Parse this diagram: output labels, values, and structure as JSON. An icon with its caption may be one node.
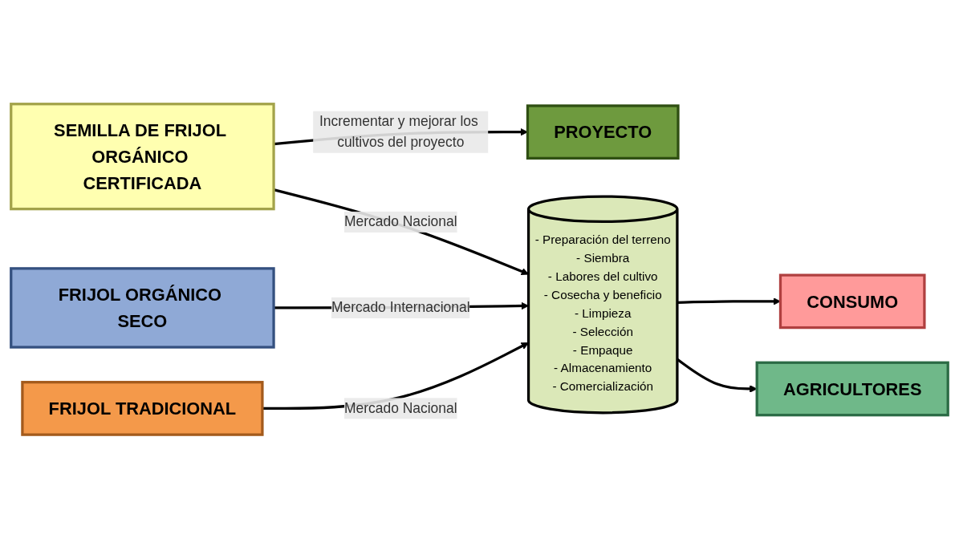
{
  "diagram": {
    "nodes": [
      {
        "text": [
          "FRIJOL TRADICIONAL"
        ]
      },
      {
        "text": [
          "FRIJOL ORGÁNICO SECO"
        ]
      },
      {
        "text": [
          "SEMILLA DE FRIJOL ORGÁNICO CERTIFICADA"
        ]
      },
      {
        "text": [
          "PROYECTO"
        ]
      },
      {
        "text": [
          "- Preparación del terreno",
          "- Siembra",
          "- Labores del cultivo",
          "- Cosecha y beneficio",
          "- Limpieza",
          "- Selección",
          "- Empaque",
          "- Almacenamiento",
          "- Comercialización"
        ]
      },
      {
        "text": [
          "CONSUMO"
        ]
      },
      {
        "text": [
          "AGRICULTORES"
        ]
      }
    ],
    "edges": [
      {
        "from": 0,
        "to": 4,
        "arrow": "to",
        "label": "Mercado Nacional"
      },
      {
        "from": 1,
        "to": 4,
        "arrow": "to",
        "label": "Mercado Internacional"
      },
      {
        "from": 2,
        "to": 4,
        "arrow": "to",
        "label": "Mercado Nacional"
      },
      {
        "from": 2,
        "to": 3,
        "arrow": "to",
        "label": "Incrementar y mejorar los cultivos del proyecto"
      },
      {
        "from": 4,
        "to": 5,
        "arrow": "to"
      },
      {
        "from": 4,
        "to": 6,
        "arrow": "to"
      }
    ]
  }
}
